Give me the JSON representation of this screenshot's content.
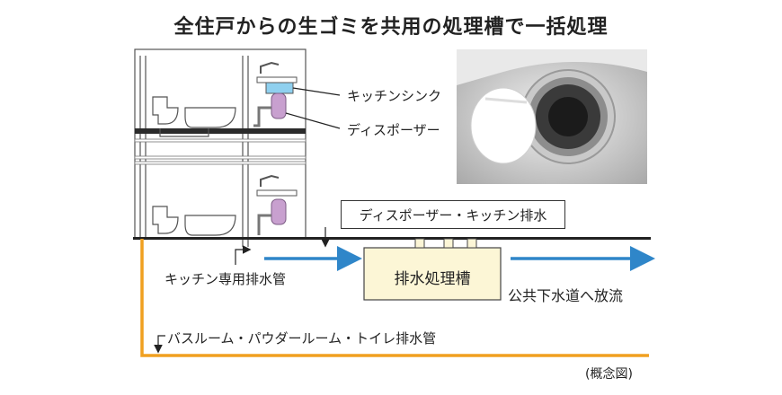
{
  "title": "全住戸からの生ゴミを共用の処理槽で一括処理",
  "labels": {
    "kitchen_sink": "キッチンシンク",
    "disposer": "ディスポーザー",
    "drain_box": "ディスポーザー・キッチン排水",
    "kitchen_pipe": "キッチン専用排水管",
    "tank": "排水処理槽",
    "sewer": "公共下水道へ放流",
    "bath_pipe": "バスルーム・パウダールーム・トイレ排水管",
    "note": "(概念図)"
  },
  "colors": {
    "kitchen_flow": "#2f86c9",
    "bath_flow": "#f0a020",
    "tank_fill": "#fcf6d6",
    "disposer": "#c8a0cf",
    "sink_water": "#8fd0ef"
  }
}
